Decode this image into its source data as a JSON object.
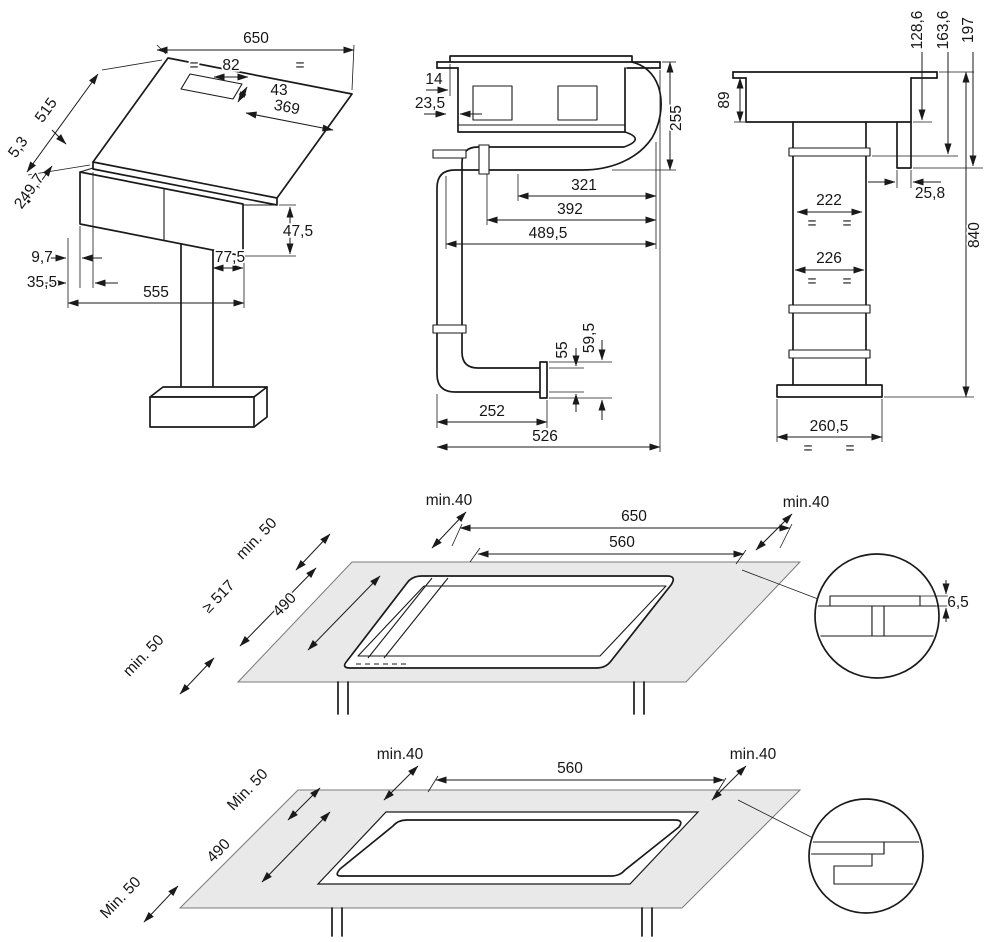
{
  "document": {
    "type": "installation-dimension-drawing",
    "background": "#ffffff",
    "ink": "#1a1a1a",
    "worktop_fill": "#e9e9e9"
  },
  "symbols": {
    "eq": "="
  },
  "iso_view": {
    "d650": "650",
    "d82": "82",
    "d43": "43",
    "d369": "369",
    "d515": "515",
    "d5_3": "5,3",
    "d249_7": "249,7",
    "d9_7": "9,7",
    "d35_5": "35,5",
    "d555": "555",
    "d77_5": "77,5",
    "d47_5": "47,5"
  },
  "side_view": {
    "d14": "14",
    "d23_5": "23,5",
    "d255": "255",
    "d321": "321",
    "d392": "392",
    "d489_5": "489,5",
    "d55": "55",
    "d59_5": "59,5",
    "d252": "252",
    "d526": "526"
  },
  "front_view": {
    "d128_6": "128,6",
    "d163_6": "163,6",
    "d197": "197",
    "d89": "89",
    "d25_8": "25,8",
    "d222": "222",
    "d226": "226",
    "d840": "840",
    "d260_5": "260,5"
  },
  "plan_top_view": {
    "min40_left": "min.40",
    "d650": "650",
    "d560": "560",
    "min40_right": "min.40",
    "min50_top": "min. 50",
    "ge_517": "≥ 517",
    "d490": "490",
    "min50_bottom": "min. 50",
    "detail_6_5": "6,5"
  },
  "plan_flush_view": {
    "min40_left": "min.40",
    "d560": "560",
    "min40_right": "min.40",
    "min50_top": "Min. 50",
    "d490": "490",
    "min50_bottom": "Min. 50"
  }
}
